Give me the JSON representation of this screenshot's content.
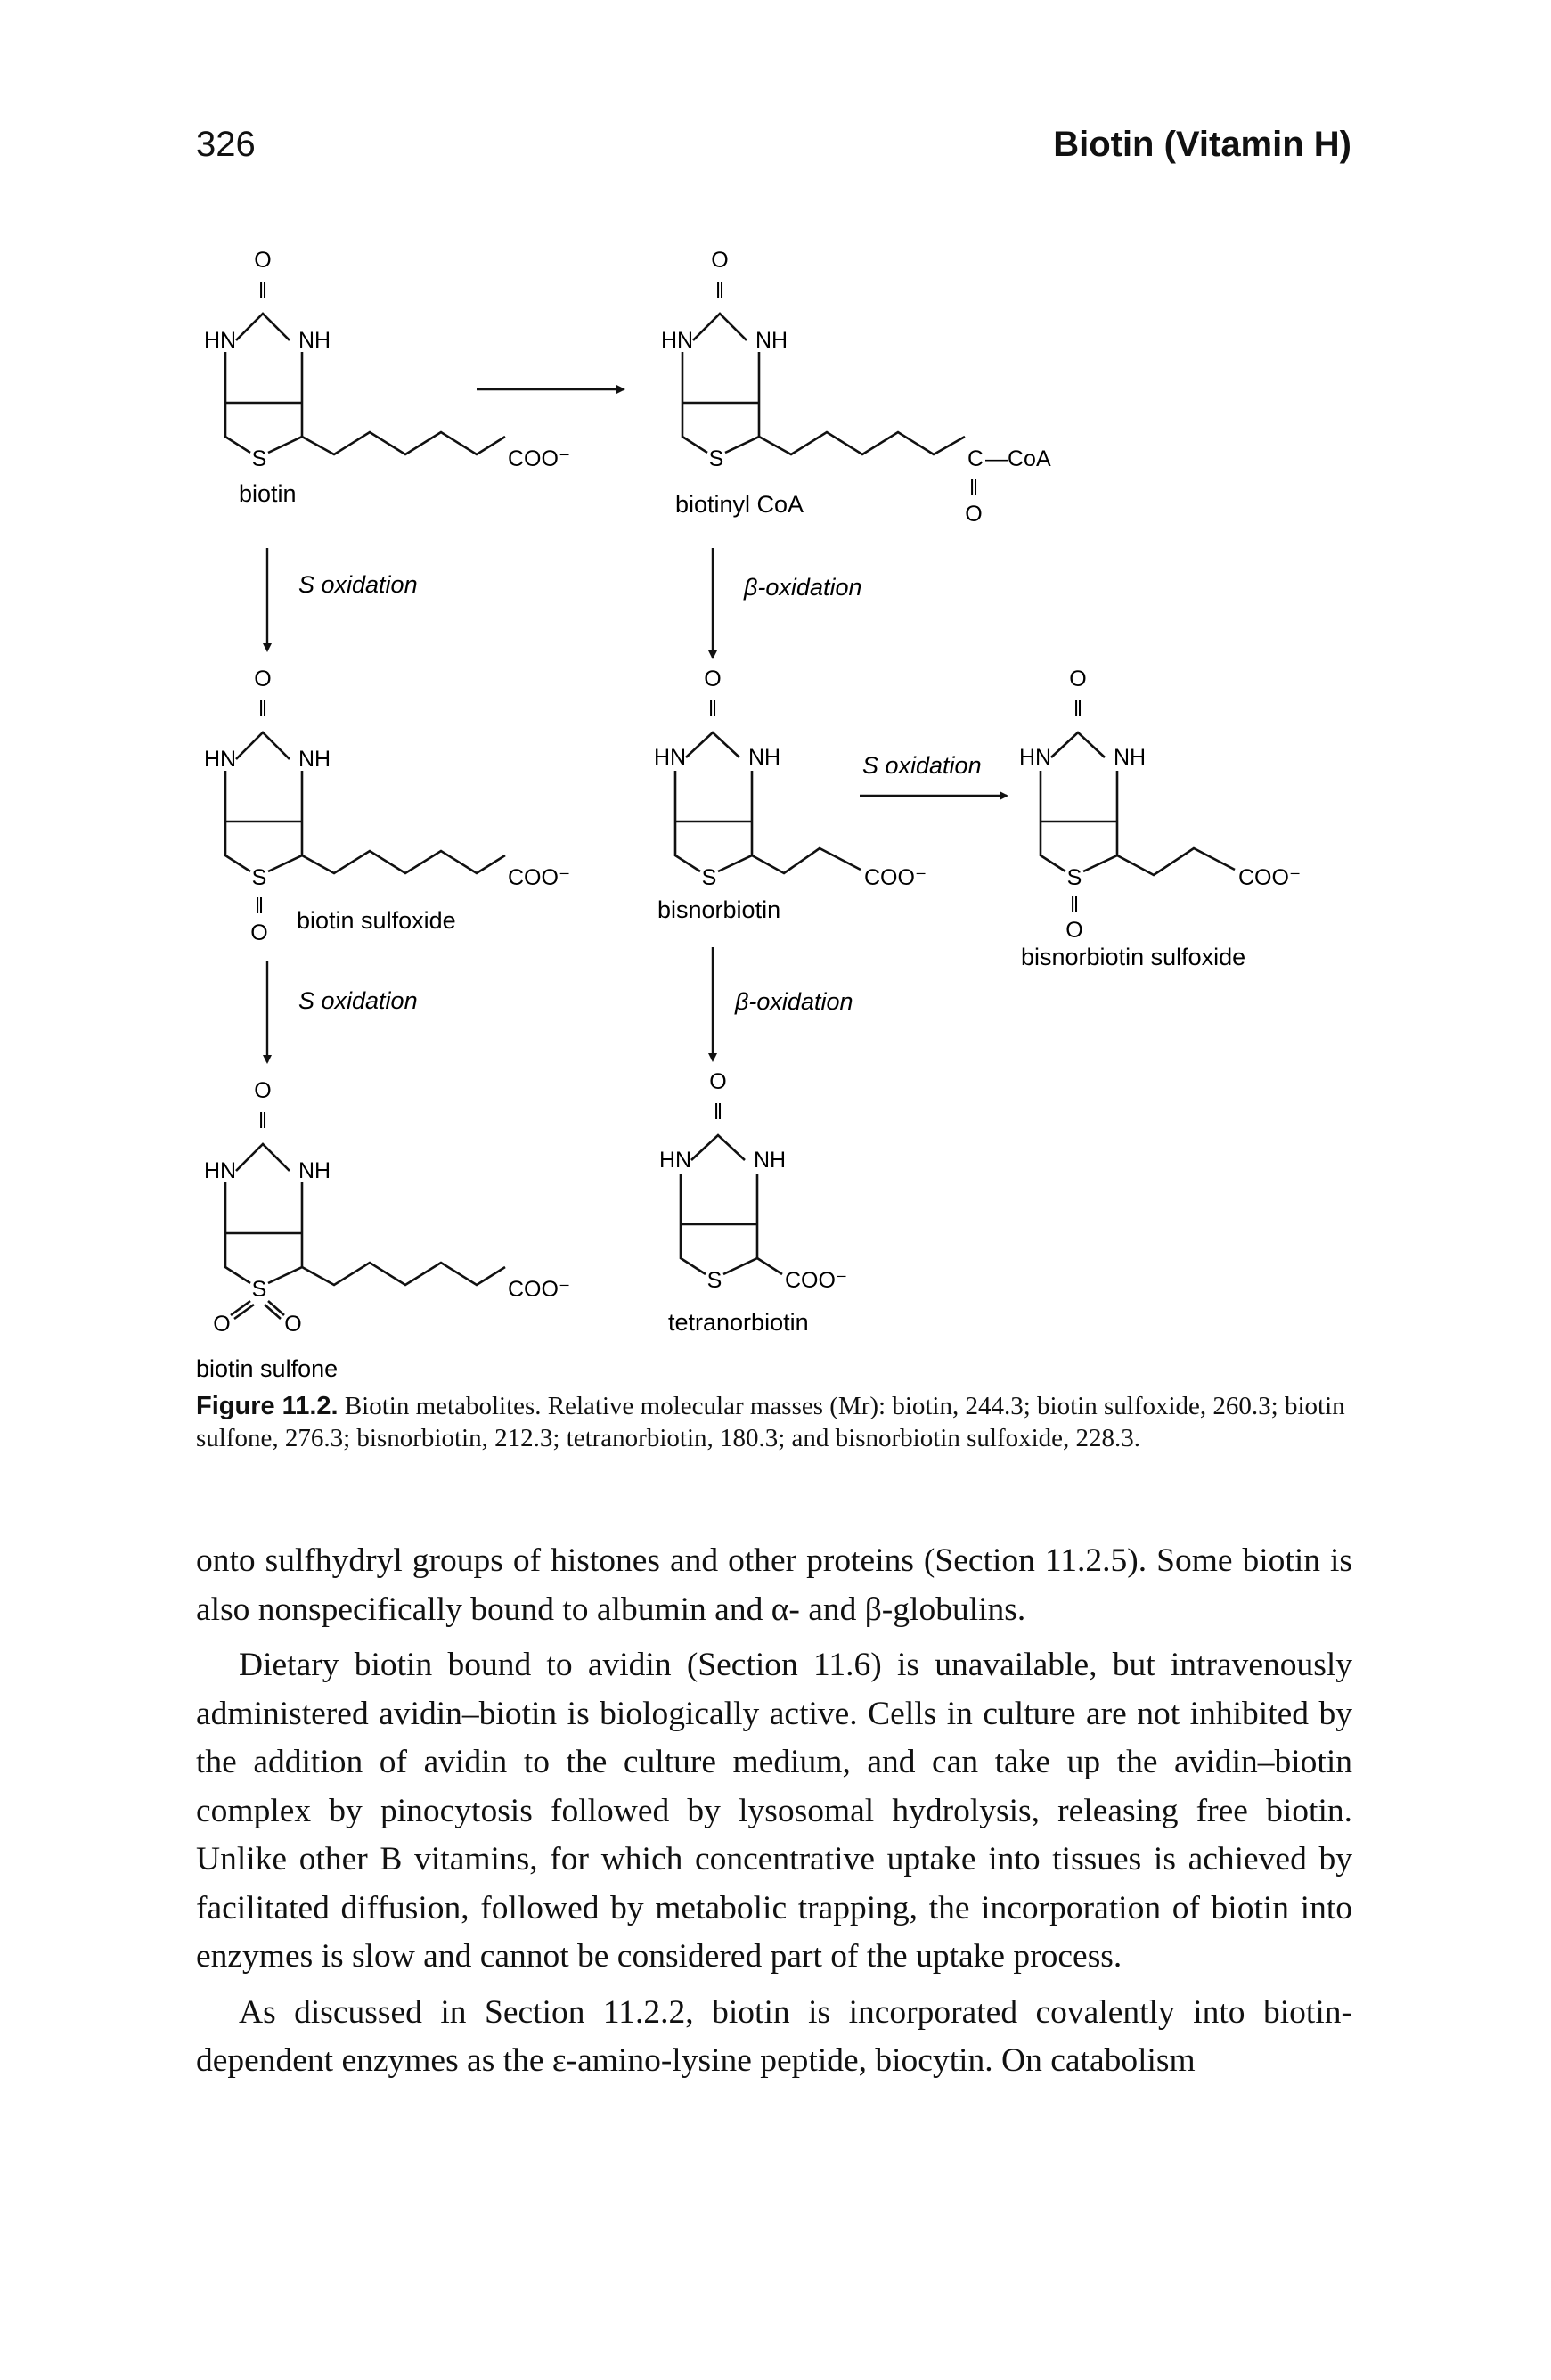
{
  "header": {
    "page_number": "326",
    "running_head": "Biotin (Vitamin H)"
  },
  "chem": {
    "O": "O",
    "HN": "HN",
    "NH": "NH",
    "S": "S",
    "COO": "COO⁻",
    "C": "C",
    "CoA": "—CoA",
    "dbl": "‖",
    "sulfone_O": "O"
  },
  "figure": {
    "compounds": {
      "biotin": "biotin",
      "biotinyl_coa": "biotinyl CoA",
      "biotin_sulfoxide": "biotin sulfoxide",
      "bisnorbiotin": "bisnorbiotin",
      "bisnorbiotin_sulfoxide": "bisnorbiotin sulfoxide",
      "biotin_sulfone": "biotin sulfone",
      "tetranorbiotin": "tetranorbiotin"
    },
    "arrows": {
      "s_oxidation": "S oxidation",
      "beta_oxidation": "β-oxidation"
    }
  },
  "caption": {
    "label": "Figure 11.2.",
    "text": "Biotin metabolites. Relative molecular masses (Mr): biotin, 244.3; biotin sulfoxide, 260.3; biotin sulfone, 276.3; bisnorbiotin, 212.3; tetranorbiotin, 180.3; and bisnorbiotin sulfoxide, 228.3."
  },
  "body": {
    "p1": "onto sulfhydryl groups of histones and other proteins (Section 11.2.5). Some biotin is also nonspecifically bound to albumin and α- and β-globulins.",
    "p2": "Dietary biotin bound to avidin (Section 11.6) is unavailable, but intravenously administered avidin–biotin is biologically active. Cells in culture are not inhibited by the addition of avidin to the culture medium, and can take up the avidin–biotin complex by pinocytosis followed by lysosomal hydrolysis, releasing free biotin. Unlike other B vitamins, for which concentrative uptake into tissues is achieved by facilitated diffusion, followed by metabolic trapping, the incorporation of biotin into enzymes is slow and cannot be considered part of the uptake process.",
    "p3": "As discussed in Section 11.2.2, biotin is incorporated covalently into biotin-dependent enzymes as the ε-amino-lysine peptide, biocytin. On catabolism"
  }
}
